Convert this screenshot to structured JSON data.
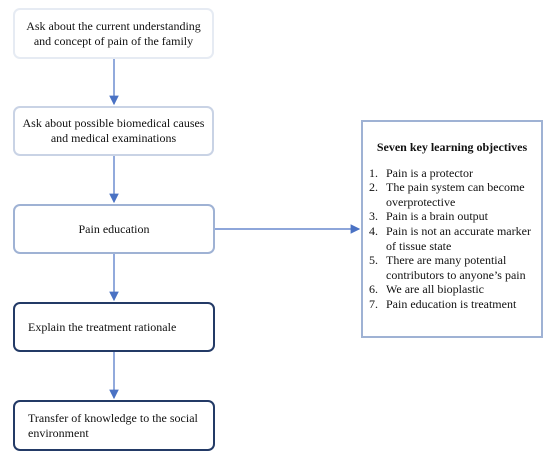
{
  "flow": {
    "step1": "Ask about the current understanding and concept of pain of the family",
    "step2": "Ask about possible biomedical causes and medical examinations",
    "step3": "Pain education",
    "step4": "Explain the treatment rationale",
    "step5": "Transfer of knowledge to the social environment"
  },
  "objectives": {
    "title": "Seven key learning objectives",
    "items": [
      {
        "num": "1.",
        "text": "Pain is a protector"
      },
      {
        "num": "2.",
        "text": "The pain system can become overprotective"
      },
      {
        "num": "3.",
        "text": "Pain is a brain output"
      },
      {
        "num": "4.",
        "text": "Pain is not an accurate marker of tissue state"
      },
      {
        "num": "5.",
        "text": "There are many potential contributors to anyone’s pain"
      },
      {
        "num": "6.",
        "text": "We are all bioplastic"
      },
      {
        "num": "7.",
        "text": "Pain education is treatment"
      }
    ]
  },
  "colors": {
    "arrow": "#4a72c4",
    "dark_border": "#233a66",
    "light_border": "#9fb2d4"
  }
}
